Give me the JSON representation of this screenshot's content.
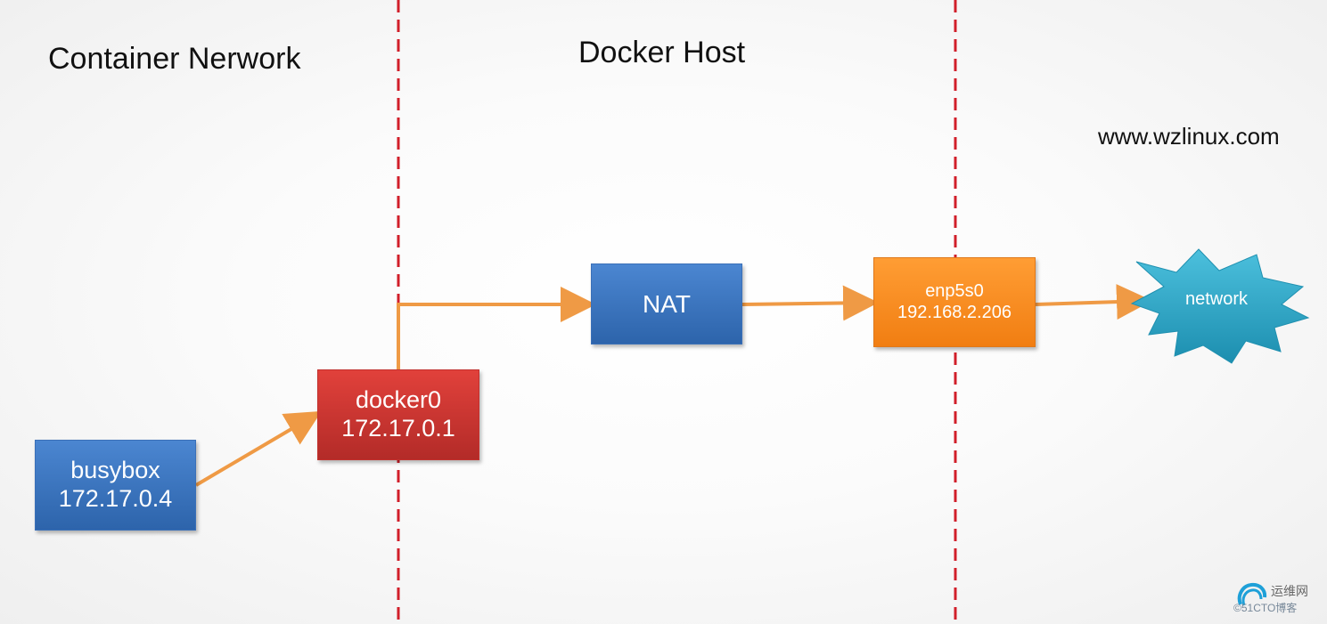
{
  "titles": {
    "left": "Container Nerwork",
    "center": "Docker Host",
    "site": "www.wzlinux.com"
  },
  "nodes": {
    "busybox": {
      "name": "busybox",
      "ip": "172.17.0.4"
    },
    "docker0": {
      "name": "docker0",
      "ip": "172.17.0.1"
    },
    "nat": {
      "name": "NAT"
    },
    "enp5s0": {
      "name": "enp5s0",
      "ip": "192.168.2.206"
    },
    "network": {
      "name": "network"
    }
  },
  "watermark": {
    "top": "运维网",
    "bottom": "©51CTO博客"
  },
  "colors": {
    "divider": "#d11f2a",
    "arrow": "#ef9a45",
    "blue": "#2f67ae",
    "red": "#c62d2a",
    "orange": "#f58b1f",
    "star": "#26a4c3"
  }
}
